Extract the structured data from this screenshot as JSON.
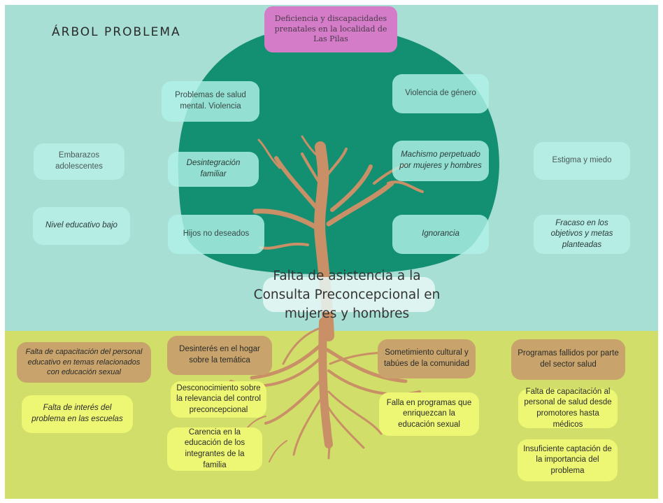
{
  "title": "ÁRBOL PROBLEMA",
  "central_problem": [
    "Falta de asistencia a la",
    "Consulta Preconcepcional en",
    "mujeres y hombres"
  ],
  "top_effect": "Deficiencia y discapacidades prenatales en la localidad de Las Pilas",
  "effects": {
    "salud_mental": "Problemas de salud mental. Violencia",
    "violencia_genero": "Violencia de género",
    "embarazos": "Embarazos adolescentes",
    "desintegracion": "Desintegración familiar",
    "machismo": "Machismo perpetuado por mujeres y hombres",
    "estigma": "Estigma y miedo",
    "nivel_educativo": "Nivel educativo bajo",
    "hijos": "Hijos no deseados",
    "ignorancia": "Ignorancia",
    "fracaso": "Fracaso en los objetivos y metas planteadas"
  },
  "causes": {
    "capacitacion_educativo": "Falta de capacitación del personal educativo en temas relacionados con educación sexual",
    "desinteres_hogar": "Desinterés en el hogar sobre la temática",
    "sometimiento": "Sometimiento cultural y tabúes de la comunidad",
    "programas_fallidos": "Programas fallidos por parte del sector salud",
    "desconocimiento": "Desconocimiento sobre la relevancia del control preconcepcional",
    "falta_interes": "Falta de interés del problema en las escuelas",
    "falla_programas": "Falla en programas que enriquezcan la educación sexual",
    "capacitacion_salud": "Falta de capacitación al personal de salud desde promotores hasta médicos",
    "carencia": "Carencia en la educación de los integrantes de la familia",
    "captacion": "Insuficiente captación de la importancia del problema"
  },
  "colors": {
    "sky": "#a7dfd5",
    "ground": "#d2de6a",
    "canopy": "#139072",
    "trunk": "#c98f66",
    "pink": "#d47cc8",
    "brown_box": "#c8a46c",
    "yellow_box": "#eef774"
  }
}
